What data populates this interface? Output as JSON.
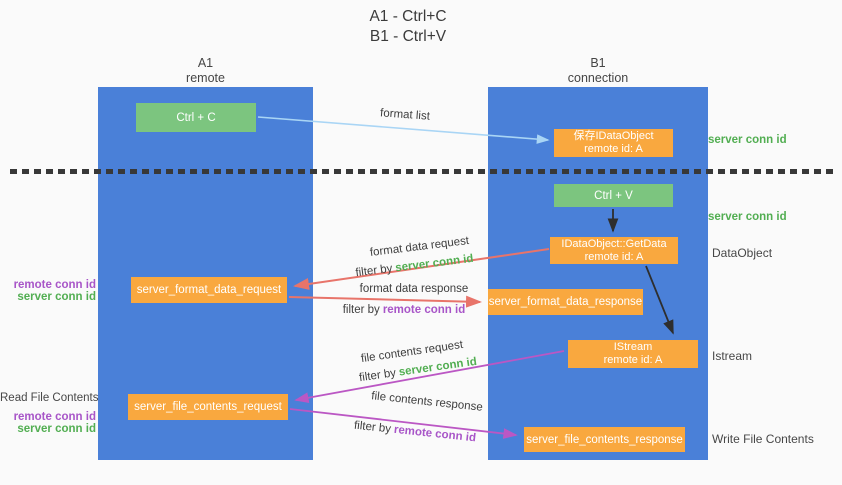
{
  "title": {
    "line1": "A1 - Ctrl+C",
    "line2": "B1 - Ctrl+V"
  },
  "columns": {
    "a1": {
      "name": "A1",
      "subtitle": "remote"
    },
    "b1": {
      "name": "B1",
      "subtitle": "connection"
    }
  },
  "nodes": {
    "ctrl_c": "Ctrl + C",
    "ctrl_v": "Ctrl + V",
    "save_idataobject": {
      "line1": "保存IDataObject",
      "line2": "remote id: A"
    },
    "idataobject_getdata": {
      "line1": "IDataObject::GetData",
      "line2": "remote id: A"
    },
    "istream": {
      "line1": "IStream",
      "line2": "remote id: A"
    },
    "server_format_data_request": "server_format_data_request",
    "server_format_data_response": "server_format_data_response",
    "server_file_contents_request": "server_file_contents_request",
    "server_file_contents_response": "server_file_contents_response"
  },
  "flow_labels": {
    "format_list": "format list",
    "format_data_request": "format data request",
    "format_data_response": "format data response",
    "file_contents_request": "file contents request",
    "file_contents_response": "file contents response",
    "filter_by": "filter by",
    "server_conn_id": "server conn id",
    "remote_conn_id": "remote conn id"
  },
  "side_labels": {
    "server_conn_id": "server conn id",
    "remote_conn_id": "remote conn id",
    "dataobject": "DataObject",
    "istream": "Istream",
    "read_file_contents": "Read File Contents",
    "write_file_contents": "Write File Contents"
  },
  "colors": {
    "column_blue": "#4a80d8",
    "node_green": "#7cc57f",
    "node_orange": "#f9a83f",
    "arrow_salmon": "#e8746a",
    "arrow_magenta": "#bb57c4",
    "arrow_light_blue": "#a9d5f5",
    "arrow_black": "#2e2e2e",
    "label_green": "#52ae52",
    "label_purple": "#a855c8"
  }
}
